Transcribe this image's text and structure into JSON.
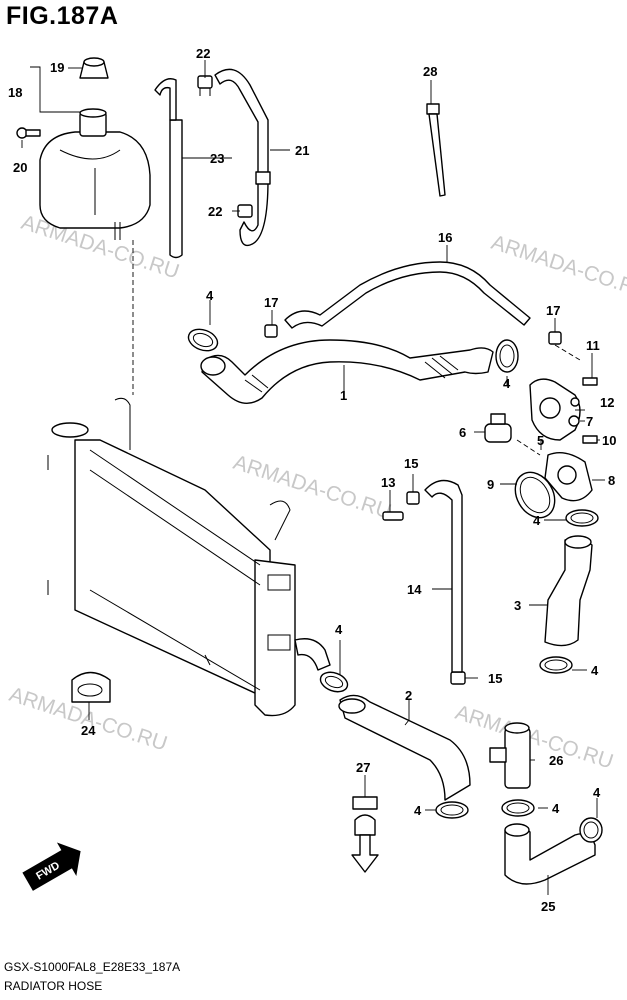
{
  "header": {
    "figure_title": "FIG.187A"
  },
  "footer": {
    "model_code": "GSX-S1000FAL8_E28E33_187A",
    "group_name": "RADIATOR HOSE"
  },
  "watermark": {
    "text": "ARMADA-CO.RU"
  },
  "fwd_label": "FWD",
  "callouts": {
    "c1": "1",
    "c2": "2",
    "c3": "3",
    "c4a": "4",
    "c4b": "4",
    "c4c": "4",
    "c4d": "4",
    "c4e": "4",
    "c4f": "4",
    "c4g": "4",
    "c5": "5",
    "c6": "6",
    "c7": "7",
    "c8": "8",
    "c9": "9",
    "c10": "10",
    "c11": "11",
    "c12": "12",
    "c13": "13",
    "c14": "14",
    "c15a": "15",
    "c15b": "15",
    "c16": "16",
    "c17a": "17",
    "c17b": "17",
    "c18": "18",
    "c19": "19",
    "c20": "20",
    "c21": "21",
    "c22a": "22",
    "c22b": "22",
    "c23": "23",
    "c24": "24",
    "c25": "25",
    "c26": "26",
    "c27": "27",
    "c28": "28"
  },
  "colors": {
    "line": "#000000",
    "watermark": "#c8c8c8",
    "background": "#ffffff"
  }
}
